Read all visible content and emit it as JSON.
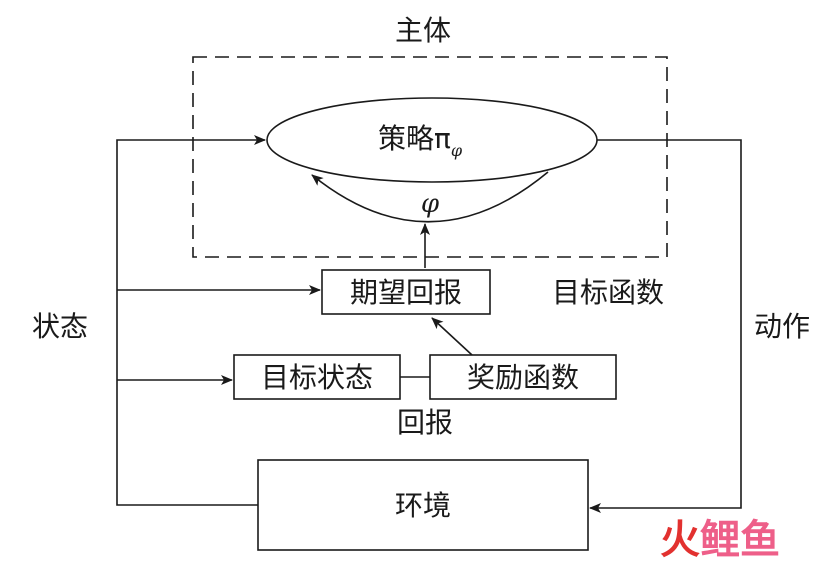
{
  "agent": {
    "title": "主体"
  },
  "policy": {
    "label": "策略π",
    "subscript": "φ"
  },
  "parameter": {
    "label": "φ"
  },
  "expected_return": {
    "label": "期望回报"
  },
  "objective_function": {
    "label": "目标函数"
  },
  "goal_state": {
    "label": "目标状态"
  },
  "reward_function": {
    "label": "奖励函数"
  },
  "return_signal": {
    "label": "回报"
  },
  "environment": {
    "label": "环境"
  },
  "state": {
    "label": "状态"
  },
  "action": {
    "label": "动作"
  },
  "watermark": {
    "part1": "火",
    "part2": "鲤鱼",
    "color1": "#e2312f",
    "color2": "#ee5f89"
  }
}
